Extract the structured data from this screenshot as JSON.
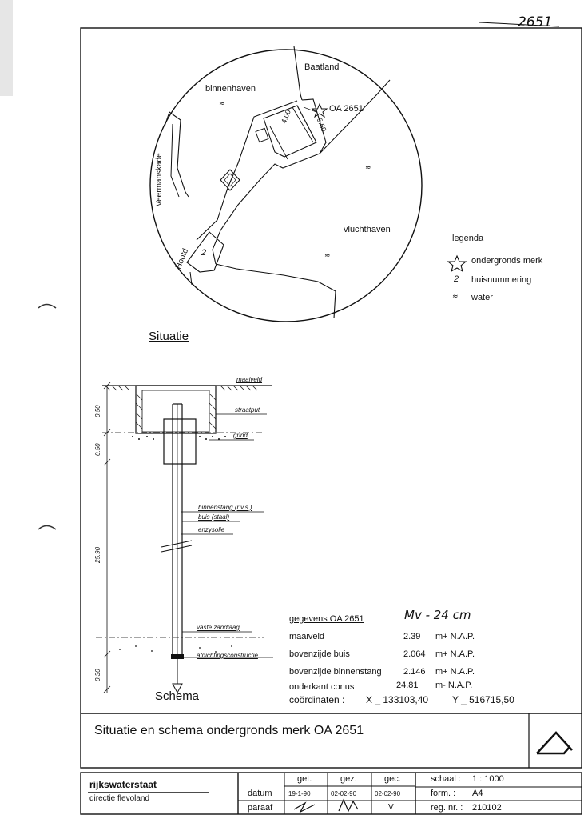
{
  "sheet_number": "2651",
  "map": {
    "labels": {
      "baatland": "Baatland",
      "binnenhaven": "binnenhaven",
      "veermanskade": "Veermanskade",
      "vluchthaven": "vluchthaven",
      "hoofd": "Hoofd",
      "house_2": "2",
      "marker": "OA 2651",
      "dim_1": "4.00",
      "dim_2": "5.60"
    }
  },
  "legend": {
    "title": "legenda",
    "items": [
      {
        "icon": "star-icon",
        "label": "ondergronds merk"
      },
      {
        "symbol": "2",
        "label": "huisnummering"
      },
      {
        "icon": "water-icon",
        "label": "water"
      }
    ]
  },
  "situatie_heading": "Situatie",
  "schema": {
    "heading": "Schema",
    "labels": {
      "maaiveld": "maaiveld",
      "straatput": "straatput",
      "grind": "grind",
      "binnenstang": "binnenstang (r.v.s.)",
      "buis": "buis (staal)",
      "enzysolie": "enzysolie",
      "vaste_zandlaag": "vaste zandlaag",
      "afdichting": "afdichtingsconstructie"
    },
    "dims": {
      "d1": "0.50",
      "d2": "0.50",
      "d3": "25.90",
      "d4": "0.30"
    }
  },
  "gegevens": {
    "title": "gegevens OA 2651",
    "note": "Mv - 24 cm",
    "rows": [
      {
        "label": "maaiveld",
        "value": "2.39",
        "unit": "m+ N.A.P."
      },
      {
        "label": "bovenzijde buis",
        "value": "2.064",
        "unit": "m+ N.A.P."
      },
      {
        "label": "bovenzijde binnenstang",
        "value": "2.146",
        "unit": "m+ N.A.P."
      },
      {
        "label": "onderkant conus",
        "value": "24.81",
        "unit": "m- N.A.P."
      }
    ],
    "coords": {
      "label": "coördinaten :",
      "x": "X _ 133103,40",
      "y": "Y _ 516715,50"
    }
  },
  "title_block": {
    "title": "Situatie en schema ondergronds merk OA 2651",
    "org": "rijkswaterstaat",
    "dept": "directie flevoland",
    "row_labels": [
      "datum",
      "paraaf"
    ],
    "cols": [
      {
        "header": "get.",
        "datum": "19-1-90"
      },
      {
        "header": "gez.",
        "datum": "02-02-90"
      },
      {
        "header": "gec.",
        "datum": "02-02-90",
        "paraaf": "V"
      }
    ],
    "meta": [
      {
        "label": "schaal :",
        "value": "1 : 1000"
      },
      {
        "label": "form. :",
        "value": "A4"
      },
      {
        "label": "reg. nr. :",
        "value": "210102"
      }
    ]
  }
}
